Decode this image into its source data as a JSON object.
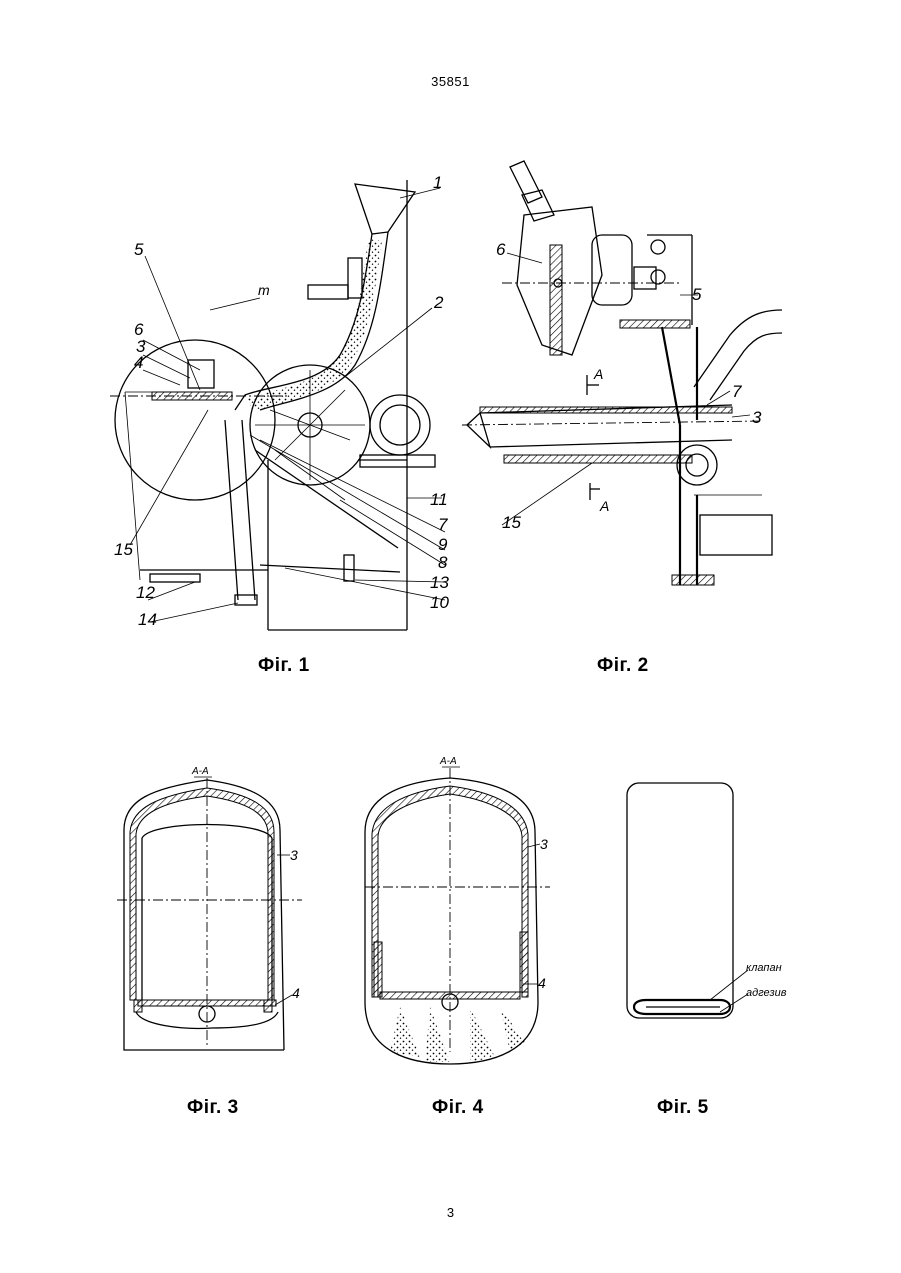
{
  "header": {
    "doc_number": "35851"
  },
  "footer": {
    "page_number": "3"
  },
  "figures": {
    "fig1": {
      "caption": "Фіг. 1",
      "labels": {
        "l1": "1",
        "l2": "2",
        "l3": "3",
        "l4": "4",
        "l5": "5",
        "l6": "6",
        "l7": "7",
        "l8": "8",
        "l9": "9",
        "l10": "10",
        "l11": "11",
        "l12": "12",
        "l13": "13",
        "l14": "14",
        "l15": "15",
        "lT": "т"
      }
    },
    "fig2": {
      "caption": "Фіг. 2",
      "labels": {
        "l3": "3",
        "l5": "5",
        "l6": "6",
        "l7": "7",
        "l15": "15",
        "lA1": "A",
        "lA2": "A"
      }
    },
    "fig3": {
      "caption": "Фіг. 3",
      "labels": {
        "section": "A-A",
        "l3": "3",
        "l4": "4"
      }
    },
    "fig4": {
      "caption": "Фіг. 4",
      "labels": {
        "section": "A-A",
        "l3": "3",
        "l4": "4"
      }
    },
    "fig5": {
      "caption": "Фіг. 5",
      "labels": {
        "valve": "клапан",
        "adhesive": "адгезив"
      }
    }
  }
}
